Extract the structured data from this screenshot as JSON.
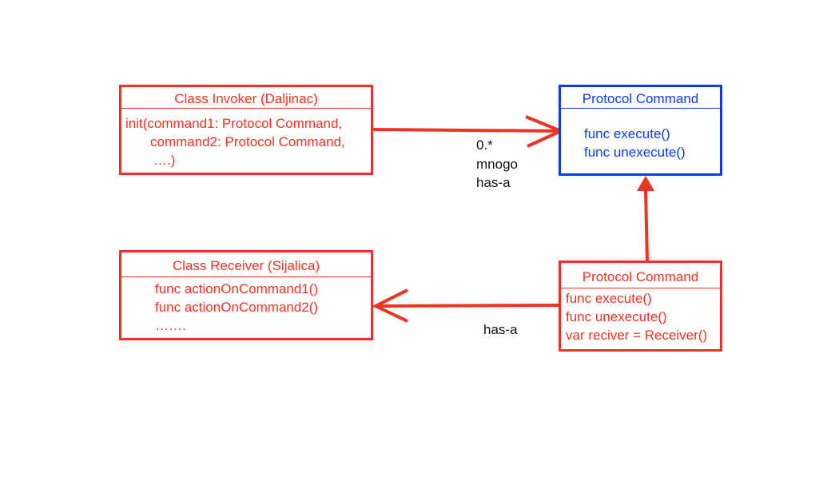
{
  "colors": {
    "red": "#ee3322",
    "blue": "#0a3cf0",
    "text": "#111111"
  },
  "invoker": {
    "title": "Class Invoker (Daljinac)",
    "lines": [
      "init(command1: Protocol Command,",
      "command2: Protocol Command,",
      "….)"
    ]
  },
  "protocol_top": {
    "title": "Protocol Command",
    "lines": [
      "func execute()",
      "func unexecute()"
    ]
  },
  "receiver": {
    "title": "Class Receiver (Sijalica)",
    "lines": [
      "func actionOnCommand1()",
      "func actionOnCommand2()",
      "……."
    ]
  },
  "protocol_bottom": {
    "title": "Protocol Command",
    "lines": [
      "func execute()",
      "func unexecute()",
      "var reciver = Receiver()"
    ]
  },
  "edges": {
    "invoker_to_protocol": {
      "multiplicity": "0.*",
      "word": "mnogo",
      "relation": "has-a"
    },
    "command_to_receiver": {
      "relation": "has-a"
    }
  }
}
